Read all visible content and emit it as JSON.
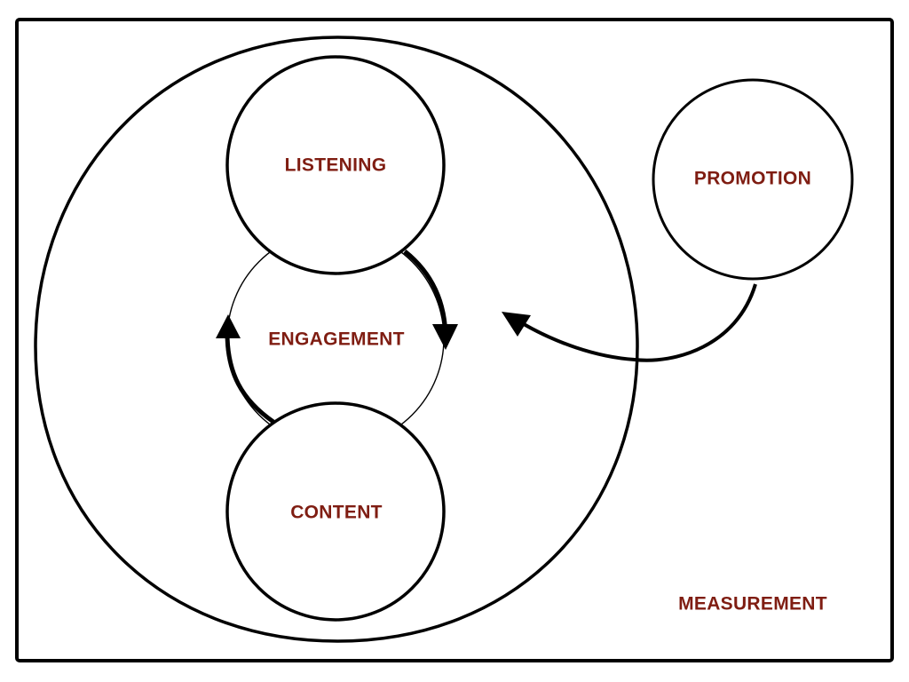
{
  "diagram": {
    "label_color": "#7f1d12",
    "stroke_color": "#000000",
    "background": "#ffffff",
    "nodes": [
      {
        "id": "listening",
        "label": "LISTENING"
      },
      {
        "id": "engagement",
        "label": "ENGAGEMENT"
      },
      {
        "id": "content",
        "label": "CONTENT"
      },
      {
        "id": "promotion",
        "label": "PROMOTION"
      },
      {
        "id": "measurement",
        "label": "MEASUREMENT"
      }
    ],
    "edges": [
      {
        "from": "listening",
        "to": "content",
        "via": "engagement",
        "direction": "clockwise-down"
      },
      {
        "from": "content",
        "to": "listening",
        "via": "engagement",
        "direction": "up"
      },
      {
        "from": "promotion",
        "to": "engagement",
        "direction": "left"
      }
    ]
  }
}
